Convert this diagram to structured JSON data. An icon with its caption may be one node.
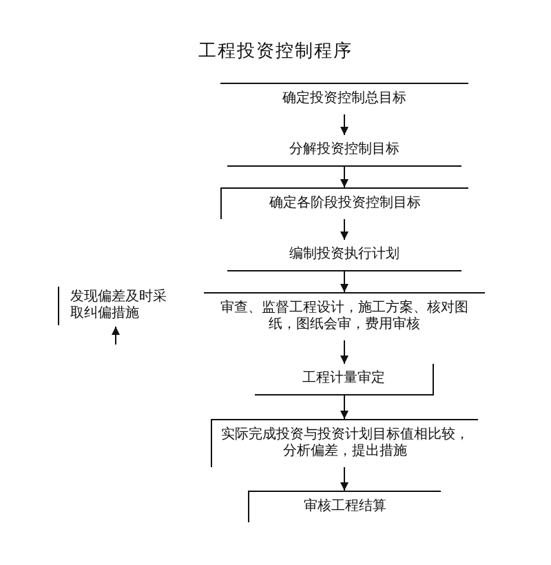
{
  "diagram": {
    "title": "工程投资控制程序",
    "nodes": [
      {
        "text": [
          "确定投资控制总目标"
        ]
      },
      {
        "text": [
          "分解投资控制目标"
        ]
      },
      {
        "text": [
          "确定各阶段投资控制目标"
        ]
      },
      {
        "text": [
          "编制投资执行计划"
        ]
      },
      {
        "text": [
          "审查、监督工程设计，施工方案、核对图纸，图纸会审，费用审核"
        ]
      },
      {
        "text": [
          "工程计量审定"
        ]
      },
      {
        "text": [
          "实际完成投资与投资计划目标值相比较，分析偏差，提出措施"
        ]
      },
      {
        "text": [
          "审核工程结算"
        ]
      },
      {
        "text": [
          "发现偏差及时采取纠偏措施"
        ]
      }
    ],
    "edges": [
      {
        "from": 0,
        "to": 1,
        "arrow": "to"
      },
      {
        "from": 1,
        "to": 2,
        "arrow": "to"
      },
      {
        "from": 2,
        "to": 3,
        "arrow": "to"
      },
      {
        "from": 3,
        "to": 4,
        "arrow": "to"
      },
      {
        "from": 4,
        "to": 5,
        "arrow": "to"
      },
      {
        "from": 5,
        "to": 6,
        "arrow": "to"
      },
      {
        "from": 6,
        "to": 7,
        "arrow": "to"
      },
      {
        "from": null,
        "to": 8,
        "arrow": "to"
      }
    ]
  }
}
